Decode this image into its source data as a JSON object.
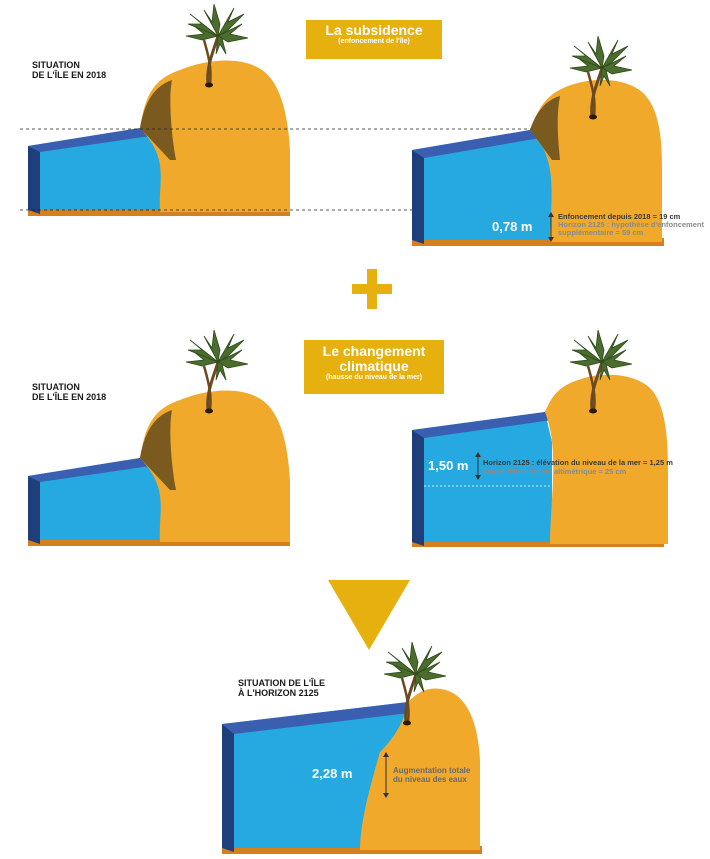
{
  "panel1": {
    "situation_line1": "SITUATION",
    "situation_line2": "DE L'ÎLE EN 2018",
    "banner_title": "La subsidence",
    "banner_sub": "(enfoncement de l'île)",
    "depth_value": "0,78 m",
    "note_line1": "Enfoncement depuis 2018 = 19 cm",
    "note_line2": "Horizon 2125 : hypothèse d'enfoncement",
    "note_line3": "supplémentaire = 59 cm"
  },
  "panel2": {
    "situation_line1": "SITUATION",
    "situation_line2": "DE L'ÎLE EN 2018",
    "banner_title_1": "Le changement",
    "banner_title_2": "climatique",
    "banner_sub": "(hausse du niveau de la mer)",
    "depth_value": "1,50 m",
    "note_line1": "Horizon 2125 : élévation du niveau de la mer = 1,25 m",
    "note_line2": "Marge d'incertitude altimétrique = 25 cm"
  },
  "panel3": {
    "situation_line1": "SITUATION DE L'ÎLE",
    "situation_line2": "À L'HORIZON 2125",
    "depth_value": "2,28 m",
    "note_line1": "Augmentation totale",
    "note_line2": "du niveau des eaux"
  },
  "colors": {
    "water": "#25a9e0",
    "water_top": "#3a5fb0",
    "water_side": "#1f3f7a",
    "island": "#f0a92b",
    "island_dark": "#7a5a1e",
    "seabed": "#d67f1f",
    "banner": "#e6b10e",
    "arrow": "#e6b10e"
  },
  "icons": [
    "palm-tree-icon",
    "plus-icon",
    "down-arrow-icon",
    "double-arrow-icon"
  ]
}
